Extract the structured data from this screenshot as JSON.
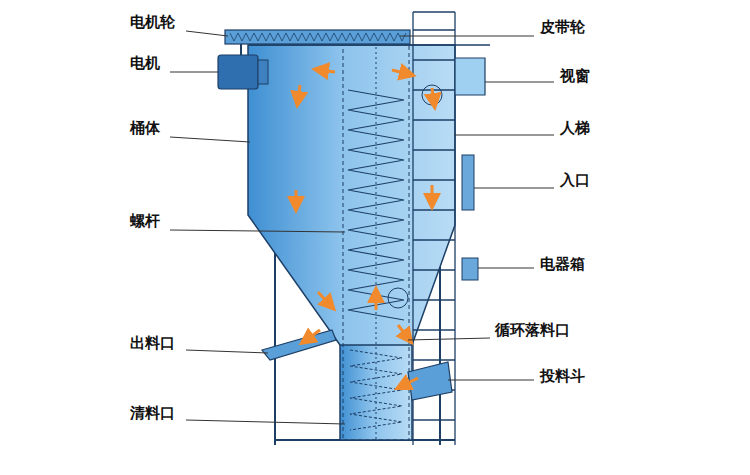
{
  "diagram": {
    "labels": [
      "电机轮",
      "电机",
      "桶体",
      "螺杆",
      "出料口",
      "清料口",
      "皮带轮",
      "视窗",
      "人梯",
      "入口",
      "电器箱",
      "循环落料口",
      "投料斗"
    ]
  }
}
